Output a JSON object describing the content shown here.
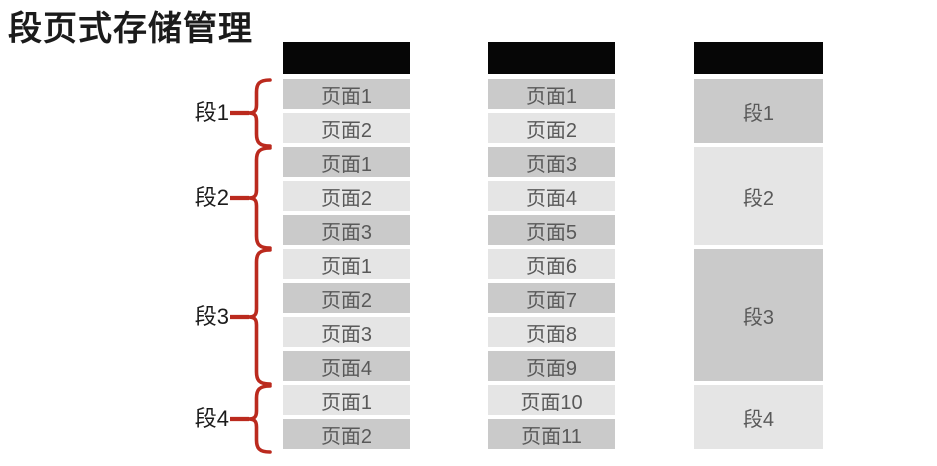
{
  "title": "段页式存储管理",
  "colors": {
    "title_text": "#1b1b1b",
    "header_bg": "#060606",
    "row_dark": "#cacaca",
    "row_light": "#e5e5e5",
    "row_text": "#595959",
    "label_text": "#1b1b1b",
    "brace_red": "#bb2a1e"
  },
  "logical_table": {
    "description": "process address space divided into segments of pages",
    "segments": [
      {
        "label": "段1",
        "pages": [
          "页面1",
          "页面2"
        ]
      },
      {
        "label": "段2",
        "pages": [
          "页面1",
          "页面2",
          "页面3"
        ]
      },
      {
        "label": "段3",
        "pages": [
          "页面1",
          "页面2",
          "页面3",
          "页面4"
        ]
      },
      {
        "label": "段4",
        "pages": [
          "页面1",
          "页面2"
        ]
      }
    ]
  },
  "paged_table": {
    "pages": [
      "页面1",
      "页面2",
      "页面3",
      "页面4",
      "页面5",
      "页面6",
      "页面7",
      "页面8",
      "页面9",
      "页面10",
      "页面11"
    ]
  },
  "segment_table": {
    "segments": [
      {
        "label": "段1",
        "page_count": 2
      },
      {
        "label": "段2",
        "page_count": 3
      },
      {
        "label": "段3",
        "page_count": 4
      },
      {
        "label": "段4",
        "page_count": 2
      }
    ]
  }
}
